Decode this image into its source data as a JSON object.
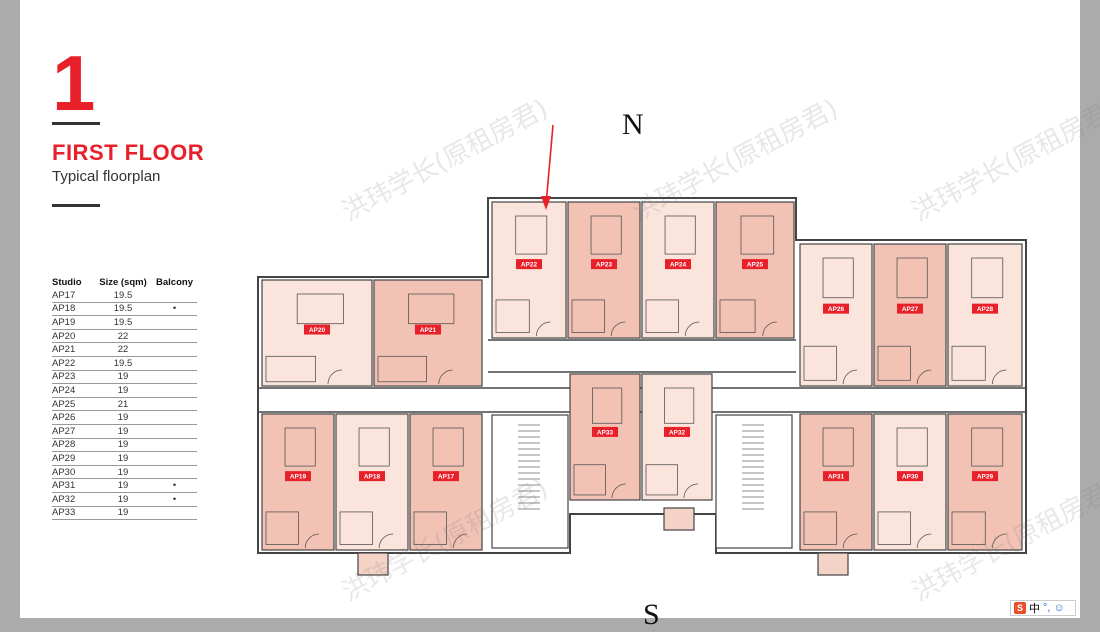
{
  "floor": {
    "number": "1",
    "title": "FIRST FLOOR",
    "subtitle": "Typical floorplan"
  },
  "table": {
    "headers": [
      "Studio",
      "Size (sqm)",
      "Balcony"
    ],
    "rows": [
      [
        "AP17",
        "19.5",
        ""
      ],
      [
        "AP18",
        "19.5",
        "•"
      ],
      [
        "AP19",
        "19.5",
        ""
      ],
      [
        "AP20",
        "22",
        ""
      ],
      [
        "AP21",
        "22",
        ""
      ],
      [
        "AP22",
        "19.5",
        ""
      ],
      [
        "AP23",
        "19",
        ""
      ],
      [
        "AP24",
        "19",
        ""
      ],
      [
        "AP25",
        "21",
        ""
      ],
      [
        "AP26",
        "19",
        ""
      ],
      [
        "AP27",
        "19",
        ""
      ],
      [
        "AP28",
        "19",
        ""
      ],
      [
        "AP29",
        "19",
        ""
      ],
      [
        "AP30",
        "19",
        ""
      ],
      [
        "AP31",
        "19",
        "•"
      ],
      [
        "AP32",
        "19",
        "•"
      ],
      [
        "AP33",
        "19",
        ""
      ]
    ]
  },
  "compass": {
    "north": "N",
    "south": "S"
  },
  "units": [
    "AP17",
    "AP18",
    "AP19",
    "AP20",
    "AP21",
    "AP22",
    "AP23",
    "AP24",
    "AP25",
    "AP26",
    "AP27",
    "AP28",
    "AP29",
    "AP30",
    "AP31",
    "AP32",
    "AP33"
  ],
  "watermark_text": "洪玮学长(原租房君)",
  "ime": {
    "logo": "S",
    "label": "中",
    "punct": "°,",
    "emoji": "☺"
  },
  "colors": {
    "accent_red": "#e8202a",
    "unit_light": "#fbe4dc",
    "unit_medium": "#f2c3b5",
    "wall": "#444444"
  }
}
